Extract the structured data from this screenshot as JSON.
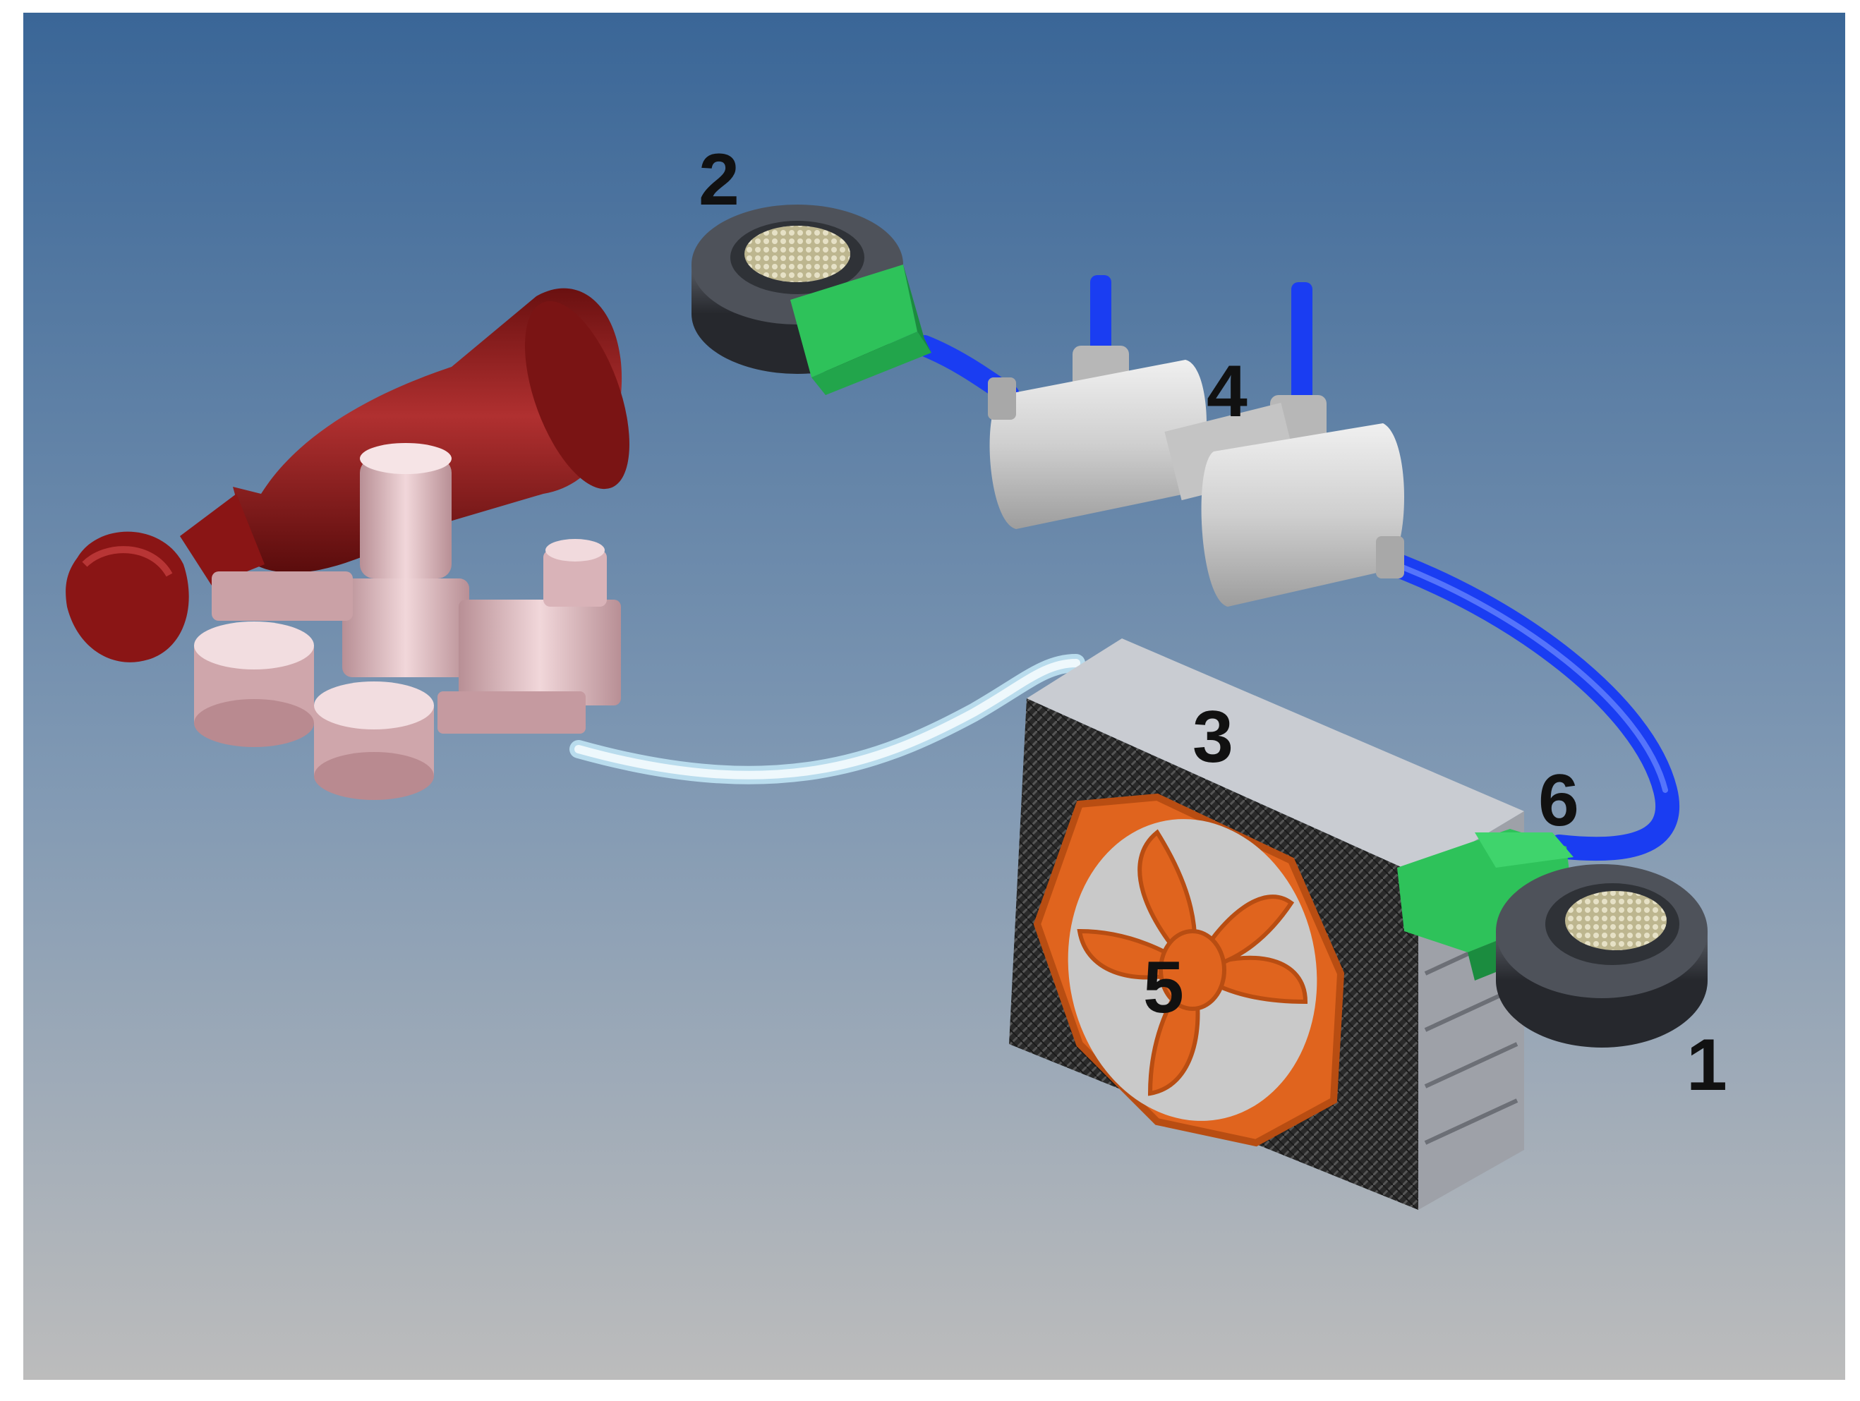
{
  "labels": {
    "fuel_cell_1": "1",
    "fuel_cell_2": "2",
    "stack_3": "3",
    "humidifier_4": "4",
    "fan_5": "5",
    "manifold_6": "6"
  },
  "colors": {
    "background_top": "#3a6697",
    "background_bottom": "#bdbdbd",
    "cylinder": "#8e1a1a",
    "regulator": "#dcb6b6",
    "blue_tube": "#1a3df2",
    "clear_tube": "#dff0f8",
    "green_adapter": "#2ec25a",
    "fan": "#e0641e",
    "housing": "#9c9ea4",
    "carbon": "#2b2b2b",
    "cell_dark": "#3a3d44",
    "humidifier": "#c9c9c9"
  },
  "icons": [
    "hydrogen-cylinder-icon",
    "pressure-regulator-icon",
    "cooling-fan-icon"
  ]
}
